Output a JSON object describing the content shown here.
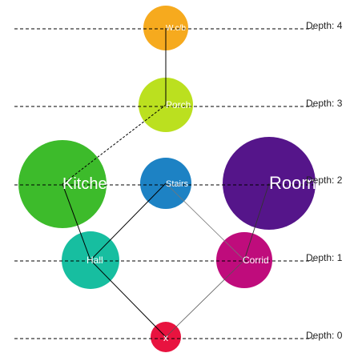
{
  "depth_labels": {
    "d0": "Depth: 0",
    "d1": "Depth: 1",
    "d2": "Depth: 2",
    "d3": "Depth: 3",
    "d4": "Depth: 4"
  },
  "nodes": {
    "x": {
      "label": "x",
      "color": "#e8133f"
    },
    "hall": {
      "label": "Hall",
      "color": "#17bea0"
    },
    "corrid": {
      "label": "Corrid",
      "color": "#bf0c7c"
    },
    "kitchen": {
      "label": "Kitchen",
      "color": "#3dbb2b"
    },
    "stairs": {
      "label": "Stairs",
      "color": "#1d82c4"
    },
    "room": {
      "label": "Room",
      "color": "#55158a"
    },
    "porch": {
      "label": "Porch",
      "color": "#bbe01f"
    },
    "wc": {
      "label": "W.c/b",
      "color": "#f6aa1e"
    }
  },
  "edges": [
    {
      "from": "x",
      "to": "hall"
    },
    {
      "from": "x",
      "to": "corrid"
    },
    {
      "from": "hall",
      "to": "kitchen"
    },
    {
      "from": "hall",
      "to": "stairs"
    },
    {
      "from": "corrid",
      "to": "stairs"
    },
    {
      "from": "corrid",
      "to": "room"
    },
    {
      "from": "kitchen",
      "to": "porch"
    },
    {
      "from": "porch",
      "to": "wc"
    }
  ]
}
